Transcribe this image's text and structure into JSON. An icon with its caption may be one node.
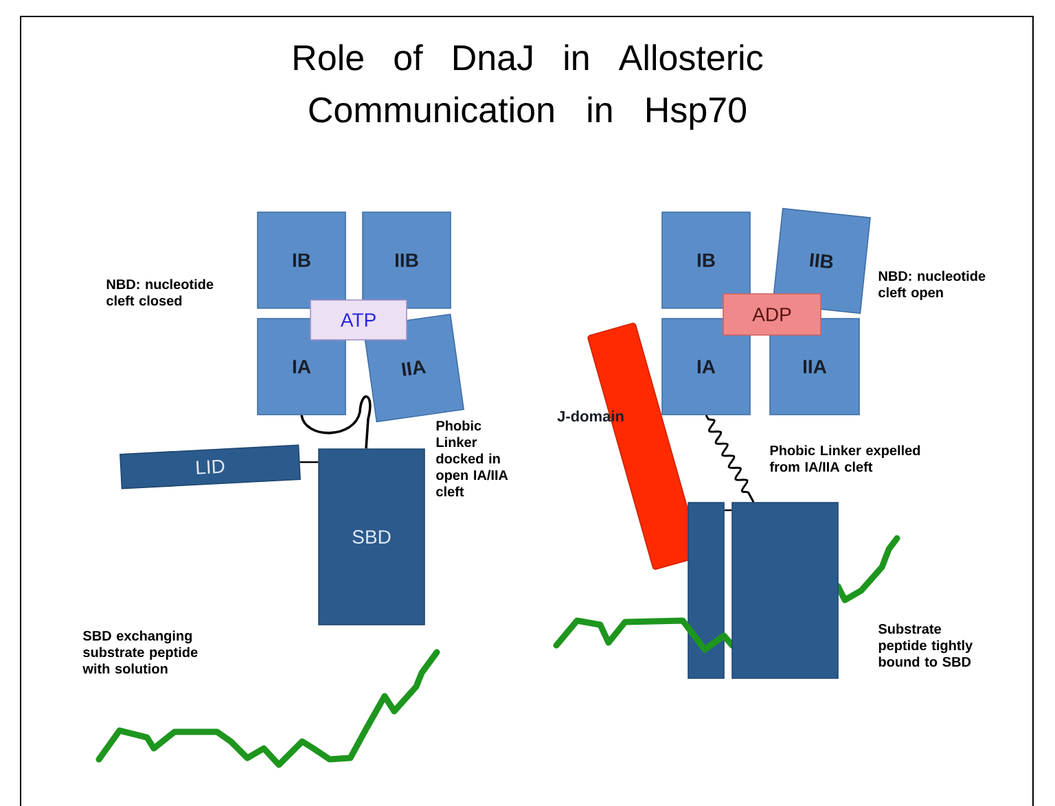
{
  "diagram": {
    "title": "Role of DnaJ in Allosteric Communication in Hsp70",
    "nodes": [
      {
        "text": [
          "IB"
        ]
      },
      {
        "text": [
          "IIB"
        ]
      },
      {
        "text": [
          "IA"
        ]
      },
      {
        "text": [
          "IIA"
        ]
      },
      {
        "text": [
          "ATP"
        ]
      },
      {
        "text": [
          "LID"
        ]
      },
      {
        "text": [
          "SBD"
        ]
      },
      {
        "text": [
          "IB"
        ]
      },
      {
        "text": [
          "IIB"
        ]
      },
      {
        "text": [
          "IA"
        ]
      },
      {
        "text": [
          "IIA"
        ]
      },
      {
        "text": [
          "ADP"
        ]
      },
      {
        "text": [],
        "shape": "bar",
        "beside": [
          "J-domain"
        ]
      },
      {
        "text": [],
        "shape": "box"
      },
      {
        "text": [],
        "shape": "box"
      }
    ],
    "edges": [
      {
        "from": 2,
        "to": 6,
        "arrow": "none"
      },
      {
        "from": 5,
        "to": 6,
        "arrow": "none"
      },
      {
        "from": 9,
        "to": 14,
        "arrow": "none"
      },
      {
        "from": 13,
        "to": 14,
        "arrow": "none"
      }
    ],
    "labels": [
      "NBD: nucleotide cleft closed",
      "Phobic Linker docked in open IA/IIA cleft",
      "SBD exchanging substrate peptide with solution",
      "NBD: nucleotide cleft open",
      "Phobic Linker expelled from IA/IIA cleft",
      "Substrate peptide tightly bound to SBD"
    ]
  }
}
